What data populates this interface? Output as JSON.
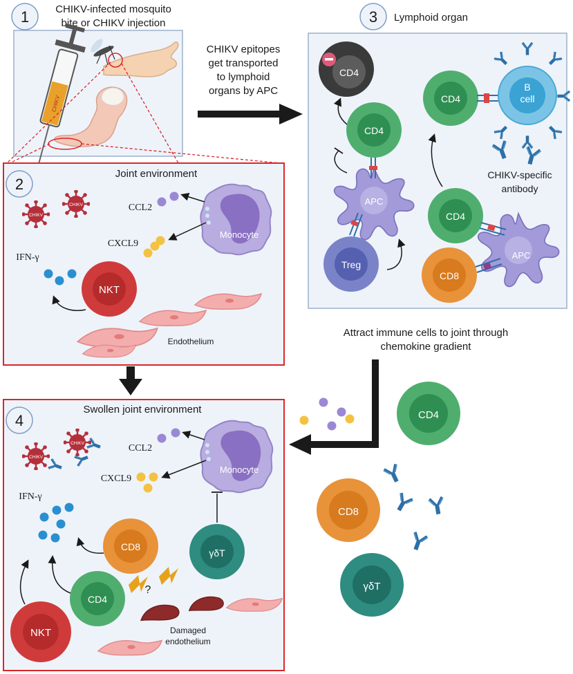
{
  "step1": {
    "number": "1",
    "line1": "CHIKV-infected mosquito",
    "line2": "bite or CHIKV injection",
    "syringe_text": "CHIKV"
  },
  "step2": {
    "number": "2",
    "title": "Joint environment",
    "virus_label": "CHIKV",
    "ccl2": "CCL2",
    "cxcl9": "CXCL9",
    "monocyte": "Monocyte",
    "ifn": "IFN-γ",
    "nkt": "NKT",
    "endothelium": "Endothelium"
  },
  "transport": {
    "line1": "CHIKV epitopes",
    "line2": "get transported",
    "line3": "to lymphoid",
    "line4": "organs by APC"
  },
  "step3": {
    "number": "3",
    "title": "Lymphoid organ",
    "cd4": "CD4",
    "b_line1": "B",
    "b_line2": "cell",
    "apc": "APC",
    "treg": "Treg",
    "cd8": "CD8",
    "antibody_line1": "CHIKV-specific",
    "antibody_line2": "antibody"
  },
  "attract": {
    "line1": "Attract immune cells to joint through",
    "line2": "chemokine gradient",
    "cd4": "CD4",
    "cd8": "CD8",
    "gdt": "γδT"
  },
  "step4": {
    "number": "4",
    "title": "Swollen joint environment",
    "virus_label": "CHIKV",
    "ccl2": "CCL2",
    "cxcl9": "CXCL9",
    "monocyte": "Monocyte",
    "ifn": "IFN-γ",
    "cd8": "CD8",
    "gdt": "γδT",
    "cd4": "CD4",
    "nkt": "NKT",
    "question": "?",
    "damaged_line1": "Damaged",
    "damaged_line2": "endothelium"
  },
  "colors": {
    "panel_bg": "#eef3fa",
    "panel_border": "#9bb0cc",
    "red_border": "#d9262a",
    "cd4_green": "#4fae6e",
    "cd8_orange": "#e8923a",
    "gdt_teal": "#2f8c80",
    "nkt_red": "#cf3b3b",
    "apc_purple": "#a39ad9",
    "monocyte_purple": "#8f7cc3",
    "bcell_blue": "#3aa3d4",
    "ifn_blue": "#2a8fd0",
    "ccl2_purple": "#9b88d4",
    "cxcl9_yellow": "#f4c242",
    "virus_red": "#b42f3a",
    "endothelium_pink": "#f0a6a6"
  }
}
